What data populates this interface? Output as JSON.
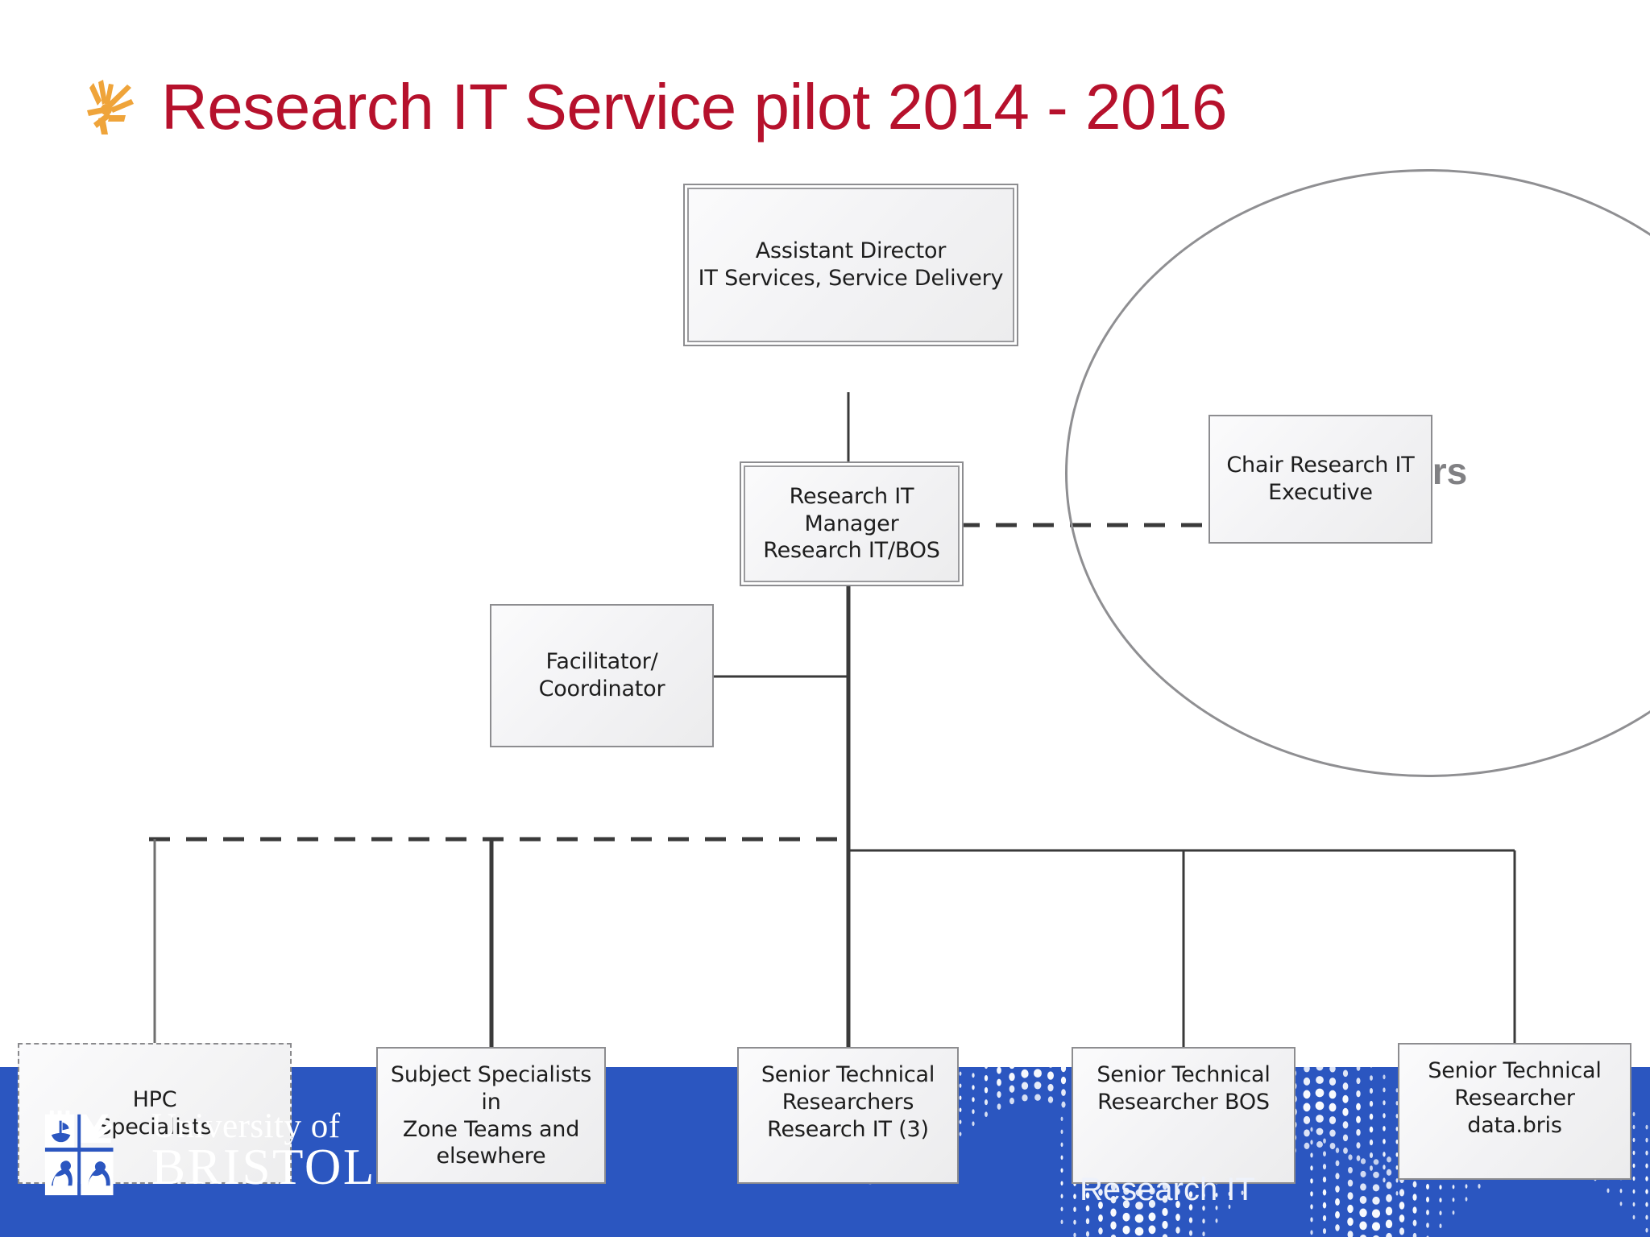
{
  "slide": {
    "title": "Research IT Service pilot 2014 - 2016",
    "bullet_icon": "bristol-sun-burst-icon",
    "title_color": "#B6112C",
    "bullet_color": "#EFA43A",
    "background": "#FFFFFF"
  },
  "diagram": {
    "type": "org-chart",
    "grouping_label": "Researchers",
    "grouping_shape": "ellipse",
    "node_fill": "#F2F2F4",
    "node_border": "#8D8D90",
    "nodes": [
      {
        "id": "assistant-director",
        "label": "Assistant Director\nIT Services, Service Delivery",
        "style": "double-border"
      },
      {
        "id": "research-it-manager",
        "label": "Research IT\nManager\nResearch IT/BOS",
        "style": "double-border"
      },
      {
        "id": "chair-research-it-executive",
        "label": "Chair Research IT\nExecutive",
        "style": "solid"
      },
      {
        "id": "facilitator-coordinator",
        "label": "Facilitator/\nCoordinator",
        "style": "solid"
      },
      {
        "id": "hpc-specialists",
        "label": "HPC\nSpecialists",
        "style": "dashed"
      },
      {
        "id": "subject-specialists",
        "label": "Subject Specialists in\nZone Teams and\nelsewhere",
        "style": "solid"
      },
      {
        "id": "senior-technical-researchers-research-it",
        "label": "Senior Technical\nResearchers\nResearch IT (3)",
        "style": "solid"
      },
      {
        "id": "senior-technical-researcher-bos",
        "label": "Senior Technical\nResearcher BOS",
        "style": "solid"
      },
      {
        "id": "senior-technical-researcher-databris",
        "label": "Senior Technical\nResearcher data.bris",
        "style": "solid"
      }
    ],
    "connectors": [
      {
        "from": "assistant-director",
        "to": "research-it-manager",
        "style": "solid"
      },
      {
        "from": "research-it-manager",
        "to": "chair-research-it-executive",
        "style": "dashed"
      },
      {
        "from": "research-it-manager",
        "to": "facilitator-coordinator",
        "style": "solid"
      },
      {
        "from": "research-it-manager",
        "to": "senior-technical-researchers-research-it",
        "style": "solid"
      },
      {
        "from": "research-it-manager",
        "to": "senior-technical-researcher-bos",
        "style": "solid"
      },
      {
        "from": "research-it-manager",
        "to": "senior-technical-researcher-databris",
        "style": "solid"
      },
      {
        "from": "research-it-manager",
        "to": "subject-specialists",
        "style": "dashed"
      },
      {
        "from": "research-it-manager",
        "to": "hpc-specialists",
        "style": "dashed"
      }
    ]
  },
  "footer": {
    "background": "#2B56C0",
    "university_line1": "University of",
    "university_line2": "BRISTOL",
    "caption": "Research IT",
    "crest_icon": "bristol-crest-icon",
    "decoration": "halftone-wave-dots"
  }
}
